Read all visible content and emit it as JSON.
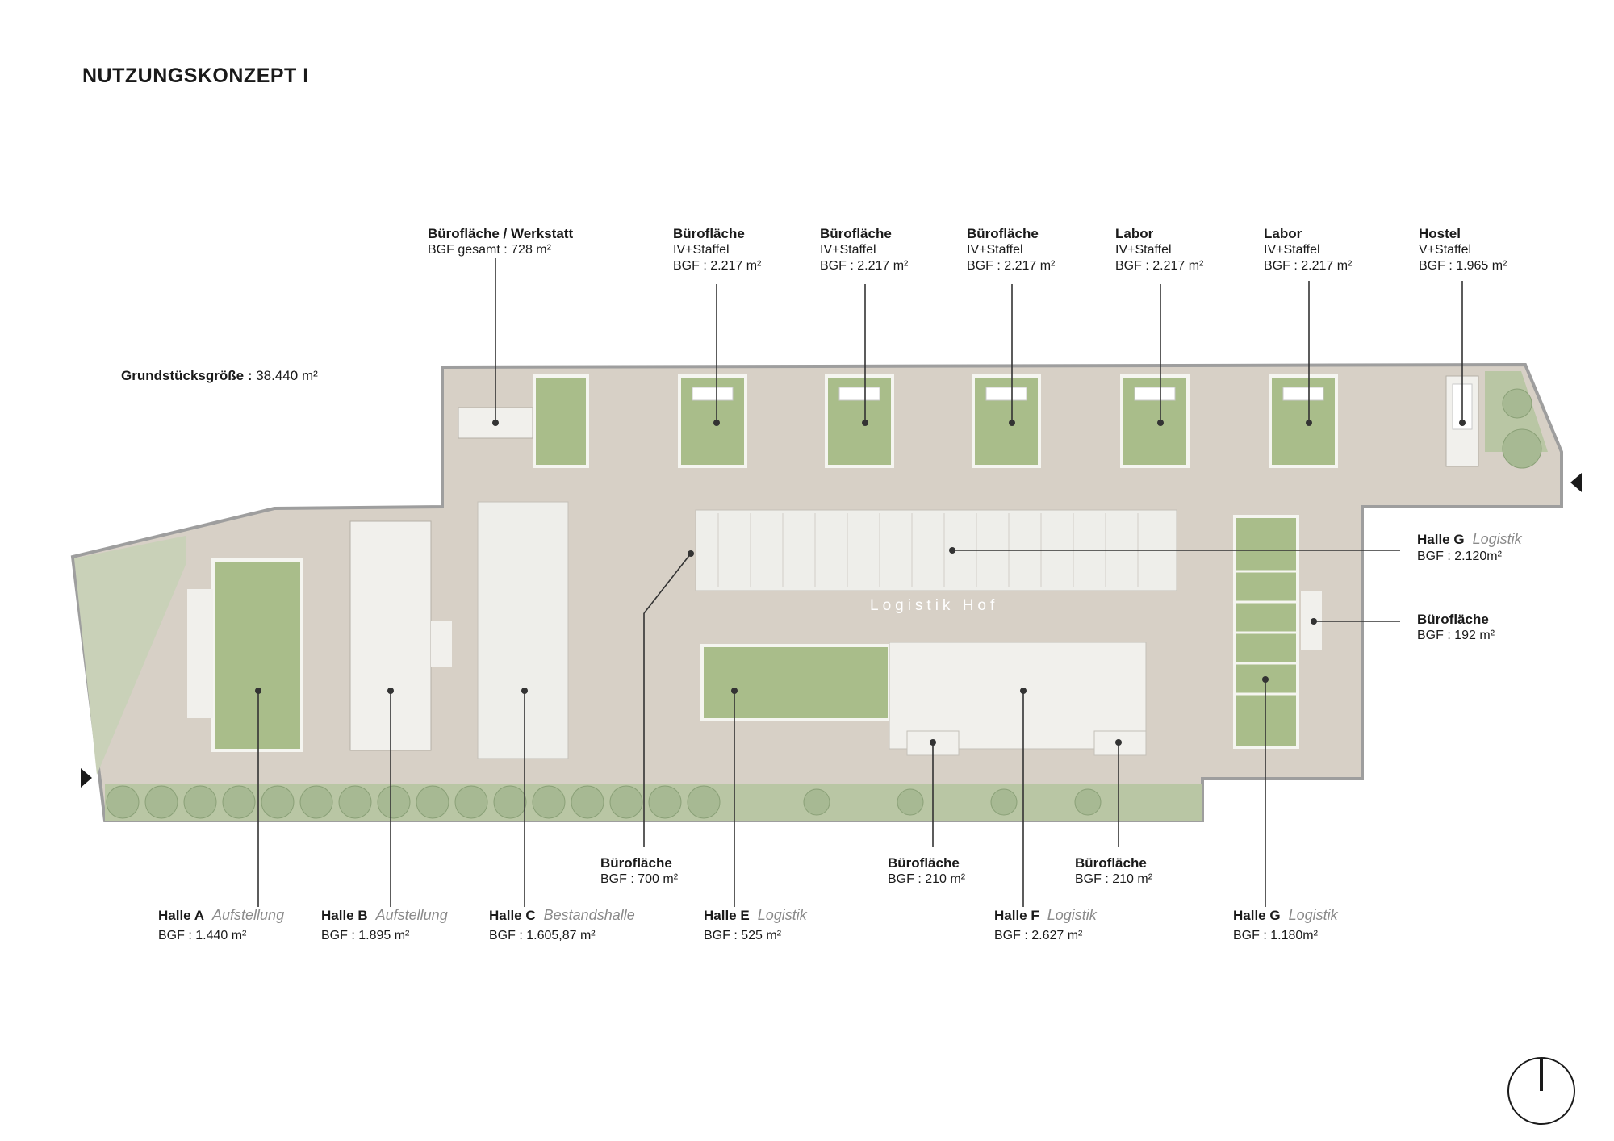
{
  "title": "NUTZUNGSKONZEPT I",
  "site": {
    "label": "Grundstücksgröße :",
    "value": "38.440",
    "unit": "m²"
  },
  "yard_label": "Logistik Hof",
  "colors": {
    "site": "#d7d0c6",
    "green": "#a9bd8a",
    "white_roof": "#f1f0ec",
    "tree": "#a7b993",
    "line": "#333333"
  },
  "icons": [
    "north-arrow-icon",
    "entry-arrow-icon"
  ],
  "labels_top": [
    {
      "id": "buero-werkstatt",
      "name": "Bürofläche / Werkstatt",
      "lines": [
        "BGF gesamt : 728 m²"
      ]
    },
    {
      "id": "buero-1",
      "name": "Bürofläche",
      "lines": [
        "IV+Staffel",
        "BGF : 2.217 m²"
      ]
    },
    {
      "id": "buero-2",
      "name": "Bürofläche",
      "lines": [
        "IV+Staffel",
        "BGF : 2.217 m²"
      ]
    },
    {
      "id": "buero-3",
      "name": "Bürofläche",
      "lines": [
        "IV+Staffel",
        "BGF : 2.217 m²"
      ]
    },
    {
      "id": "labor-1",
      "name": "Labor",
      "lines": [
        "IV+Staffel",
        "BGF : 2.217 m²"
      ]
    },
    {
      "id": "labor-2",
      "name": "Labor",
      "lines": [
        "IV+Staffel",
        "BGF : 2.217 m²"
      ]
    },
    {
      "id": "hostel",
      "name": "Hostel",
      "lines": [
        "V+Staffel",
        "BGF : 1.965 m²"
      ]
    }
  ],
  "labels_right": [
    {
      "id": "halle-g-right",
      "name": "Halle G",
      "use": "Logistik",
      "lines": [
        "BGF : 2.120m²"
      ]
    },
    {
      "id": "buero-192",
      "name": "Bürofläche",
      "lines": [
        "BGF : 192 m²"
      ]
    }
  ],
  "labels_mid": [
    {
      "id": "buero-700",
      "name": "Bürofläche",
      "lines": [
        "BGF : 700 m²"
      ]
    },
    {
      "id": "buero-210-a",
      "name": "Bürofläche",
      "lines": [
        "BGF : 210 m²"
      ]
    },
    {
      "id": "buero-210-b",
      "name": "Bürofläche",
      "lines": [
        "BGF : 210 m²"
      ]
    }
  ],
  "labels_bottom": [
    {
      "id": "halle-a",
      "name": "Halle A",
      "use": "Aufstellung",
      "lines": [
        "BGF : 1.440 m²"
      ]
    },
    {
      "id": "halle-b",
      "name": "Halle B",
      "use": "Aufstellung",
      "lines": [
        "BGF : 1.895 m²"
      ]
    },
    {
      "id": "halle-c",
      "name": "Halle C",
      "use": "Bestandshalle",
      "lines": [
        "BGF : 1.605,87 m²"
      ]
    },
    {
      "id": "halle-e",
      "name": "Halle E",
      "use": "Logistik",
      "lines": [
        "BGF : 525 m²"
      ]
    },
    {
      "id": "halle-f",
      "name": "Halle F",
      "use": "Logistik",
      "lines": [
        "BGF : 2.627 m²"
      ]
    },
    {
      "id": "halle-g-bottom",
      "name": "Halle G",
      "use": "Logistik",
      "lines": [
        "BGF : 1.180m²"
      ]
    }
  ]
}
